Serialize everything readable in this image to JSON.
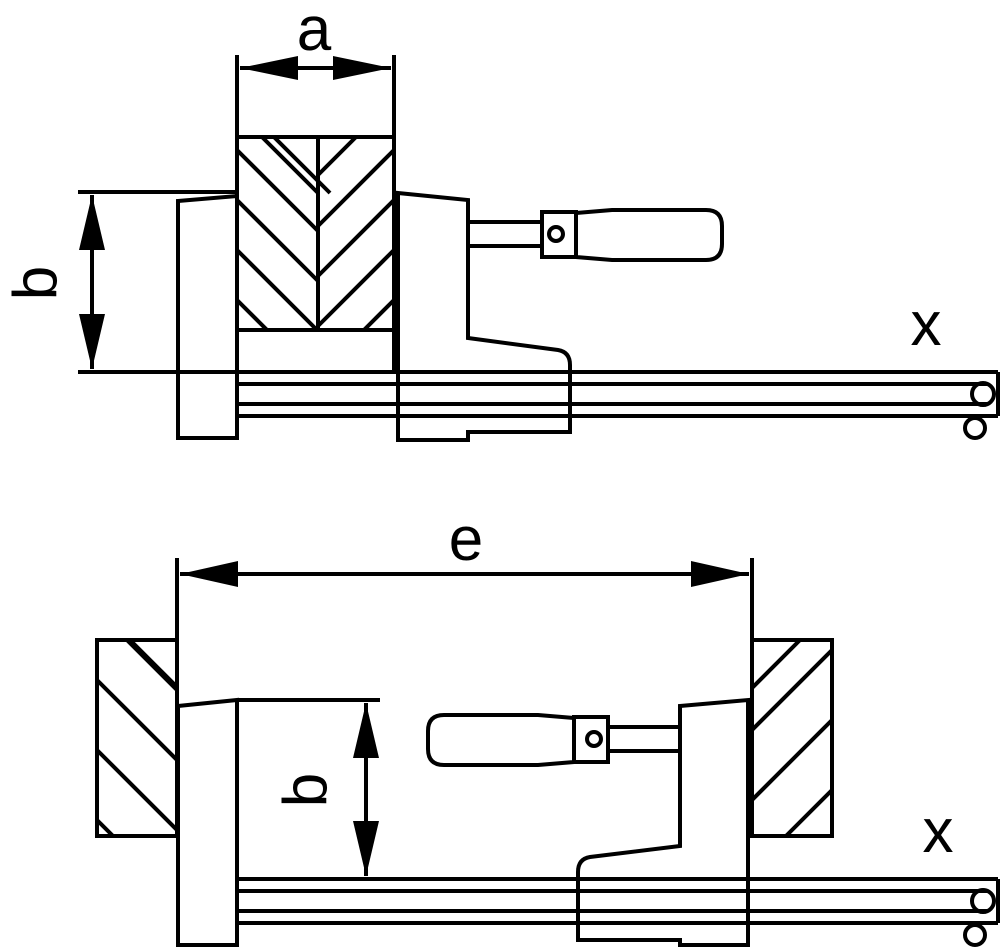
{
  "labels": {
    "a": "a",
    "b": "b",
    "e": "e",
    "x": "x"
  },
  "colors": {
    "line": "#000000",
    "background": "#ffffff"
  }
}
